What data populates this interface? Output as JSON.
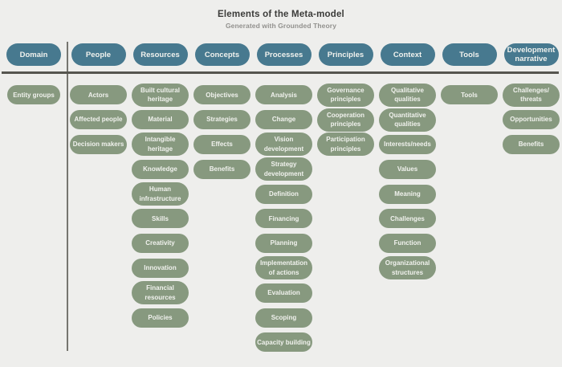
{
  "title": "Elements of the Meta-model",
  "subtitle": "Generated with Grounded Theory",
  "colors": {
    "background": "#eeeeec",
    "header_pill": "#47798f",
    "item_pill": "#87997f",
    "pill_text": "#f1f2ee",
    "title_text": "#3b3b39",
    "subtitle_text": "#92918e",
    "horizontal_rule": "#56554f",
    "vertical_rule": "#76756f"
  },
  "columns": [
    {
      "header": "Domain",
      "items": [
        "Entity groups"
      ]
    },
    {
      "header": "People",
      "items": [
        "Actors",
        "Affected people",
        "Decision makers"
      ]
    },
    {
      "header": "Resources",
      "items": [
        "Built cultural\nheritage",
        "Material",
        "Intangible\nheritage",
        "Knowledge",
        "Human\ninfrastructure",
        "Skills",
        "Creativity",
        "Innovation",
        "Financial\nresources",
        "Policies"
      ]
    },
    {
      "header": "Concepts",
      "items": [
        "Objectives",
        "Strategies",
        "Effects",
        "Benefits"
      ]
    },
    {
      "header": "Processes",
      "items": [
        "Analysis",
        "Change",
        "Vision\ndevelopment",
        "Strategy\ndevelopment",
        "Definition",
        "Financing",
        "Planning",
        "Implementation\nof actions",
        "Evaluation",
        "Scoping",
        "Capacity building"
      ]
    },
    {
      "header": "Principles",
      "items": [
        "Governance\nprinciples",
        "Cooperation\nprinciples",
        "Participation\nprinciples"
      ]
    },
    {
      "header": "Context",
      "items": [
        "Qualitative\nqualities",
        "Quantitative\nqualities",
        "Interests/needs",
        "Values",
        "Meaning",
        "Challenges",
        "Function",
        "Organizational\nstructures"
      ]
    },
    {
      "header": "Tools",
      "items": [
        "Tools"
      ]
    },
    {
      "header": "Development\nnarrative",
      "items": [
        "Challenges/\nthreats",
        "Opportunities",
        "Benefits"
      ]
    }
  ]
}
